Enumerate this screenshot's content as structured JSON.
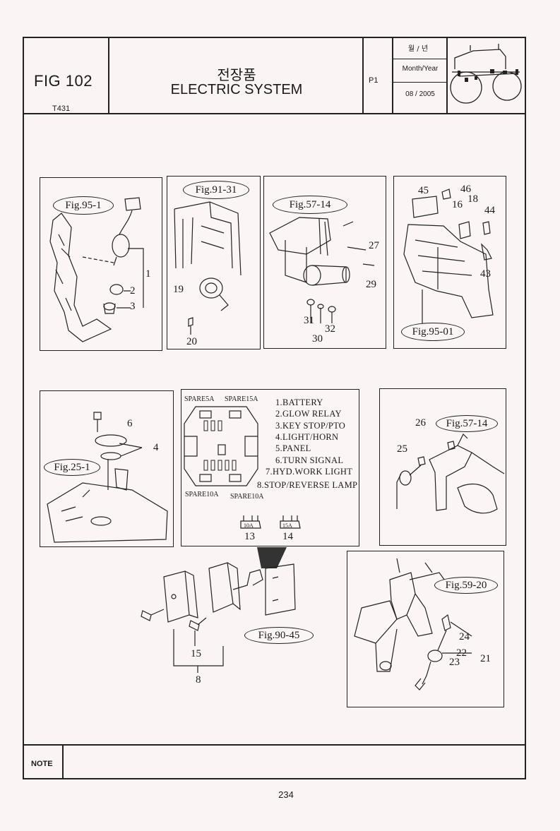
{
  "header": {
    "fig_label": "FIG 102",
    "model": "T431",
    "title_ko": "전장품",
    "title_en": "ELECTRIC SYSTEM",
    "page_code": "P1",
    "month_year_ko": "월 / 년",
    "month_year_en": "Month/Year",
    "date": "08 / 2005"
  },
  "panels": [
    {
      "fig_ref": "Fig.95-1",
      "callouts": [
        "1",
        "2",
        "3"
      ]
    },
    {
      "fig_ref": "Fig.91-31",
      "callouts": [
        "19",
        "20"
      ]
    },
    {
      "fig_ref": "Fig.57-14",
      "callouts": [
        "27",
        "29",
        "31",
        "32",
        "30"
      ]
    },
    {
      "fig_ref": "Fig.95-01",
      "callouts": [
        "45",
        "46",
        "16",
        "18",
        "44",
        "43"
      ]
    },
    {
      "fig_ref": "Fig.25-1",
      "callouts": [
        "6",
        "4"
      ]
    },
    {
      "fig_ref": "Fig.57-14",
      "callouts": [
        "26",
        "25"
      ]
    },
    {
      "fig_ref": "Fig.59-20",
      "callouts": [
        "24",
        "22",
        "21",
        "23"
      ]
    },
    {
      "fig_ref": "Fig.90-45",
      "callouts": [
        "15",
        "8"
      ]
    }
  ],
  "fuse_box": {
    "spare_top_left": "SPARE5A",
    "spare_top_right": "SPARE15A",
    "spare_bottom_left": "SPARE10A",
    "spare_bottom_right": "SPARE10A",
    "legend": [
      "1.BATTERY",
      "2.GLOW RELAY",
      "3.KEY STOP/PTO",
      "4.LIGHT/HORN",
      "5.PANEL",
      "6.TURN SIGNAL",
      "7.HYD.WORK LIGHT",
      "8.STOP/REVERSE LAMP"
    ],
    "fuse_a": "10A",
    "fuse_b": "15A",
    "callout_a": "13",
    "callout_b": "14"
  },
  "footer": {
    "note_label": "NOTE",
    "page_number": "234"
  }
}
